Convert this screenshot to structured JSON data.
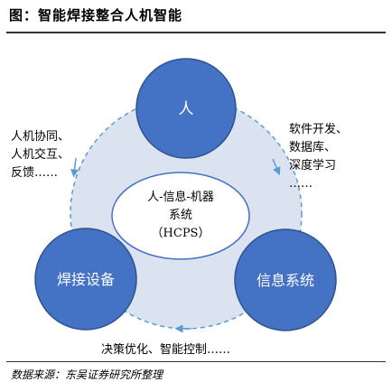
{
  "title": "图：智能焊接整合人机智能",
  "source": "数据来源：东吴证券研究所整理",
  "nodes": {
    "human": "人",
    "welding": "焊接设备",
    "info": "信息系统"
  },
  "center": {
    "line1": "人-信息-机器",
    "line2": "系统",
    "line3": "（HCPS）"
  },
  "labels": {
    "left": [
      "人机协同、",
      "人机交互、",
      "反馈……"
    ],
    "right": [
      "软件开发、",
      "数据库、",
      "深度学习",
      "……"
    ],
    "bottom": "决策优化、智能控制……"
  },
  "colors": {
    "node_fill": "#4472C4",
    "node_stroke": "#2F528F",
    "ring_fill": "#DCE3F0",
    "dashed_arc": "#5B9BD5",
    "center_stroke": "#4472C4"
  }
}
